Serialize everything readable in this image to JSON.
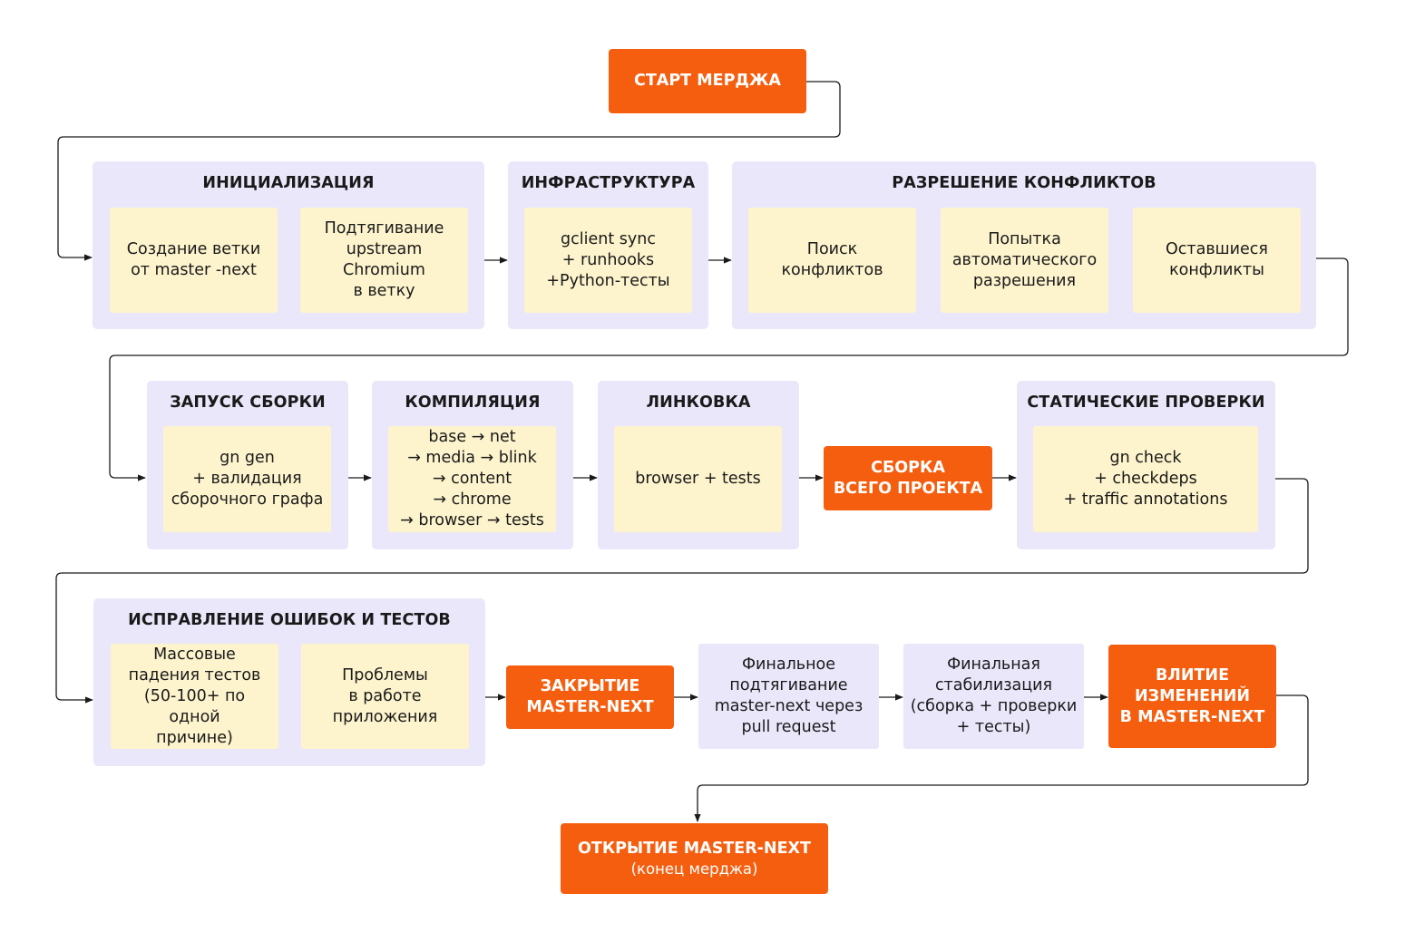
{
  "start": "СТАРТ МЕРДЖА",
  "init": {
    "title": "ИНИЦИАЛИЗАЦИЯ",
    "step1": "Создание ветки\nот master -next",
    "step2": "Подтягивание\nupstream\nChromium\nв ветку"
  },
  "infra": {
    "title": "ИНФРАСТРУКТУРА",
    "step1": "gclient sync\n+ runhooks\n+Python-тесты"
  },
  "conflicts": {
    "title": "РАЗРЕШЕНИЕ КОНФЛИКТОВ",
    "step1": "Поиск\nконфликтов",
    "step2": "Попытка\nавтоматического\nразрешения",
    "step3": "Оставшиеся\nконфликты"
  },
  "build_start": {
    "title": "ЗАПУСК СБОРКИ",
    "step1": "gn gen\n+ валидация\nсборочного графа"
  },
  "compile": {
    "title": "КОМПИЛЯЦИЯ",
    "step1": "base → net\n→ media → blink\n→ content\n→ chrome\n→ browser → tests"
  },
  "link": {
    "title": "ЛИНКОВКА",
    "step1": "browser + tests"
  },
  "full_build": "СБОРКА\nВСЕГО ПРОЕКТА",
  "static_checks": {
    "title": "СТАТИЧЕСКИЕ ПРОВЕРКИ",
    "step1": "gn check\n+ checkdeps\n+ traffic annotations"
  },
  "fix": {
    "title": "ИСПРАВЛЕНИЕ ОШИБОК И ТЕСТОВ",
    "step1": "Массовые\nпадения тестов\n(50-100+ по одной\nпричине)",
    "step2": "Проблемы\nв работе\nприложения"
  },
  "close": "ЗАКРЫТИЕ\nMASTER-NEXT",
  "final_pull": "Финальное\nподтягивание\nmaster-next через\npull request",
  "final_stab": "Финальная\nстабилизация\n(сборка + проверки\n+ тесты)",
  "merge_in": "ВЛИТИЕ\nИЗМЕНЕНИЙ\nВ MASTER-NEXT",
  "open": {
    "title": "ОТКРЫТИЕ MASTER-NEXT",
    "subtitle": "(конец мерджа)"
  },
  "colors": {
    "accent": "#f65e0f",
    "group_bg": "#ebe7fb",
    "step_bg": "#fdf4cd",
    "line": "#1a1a1a"
  }
}
